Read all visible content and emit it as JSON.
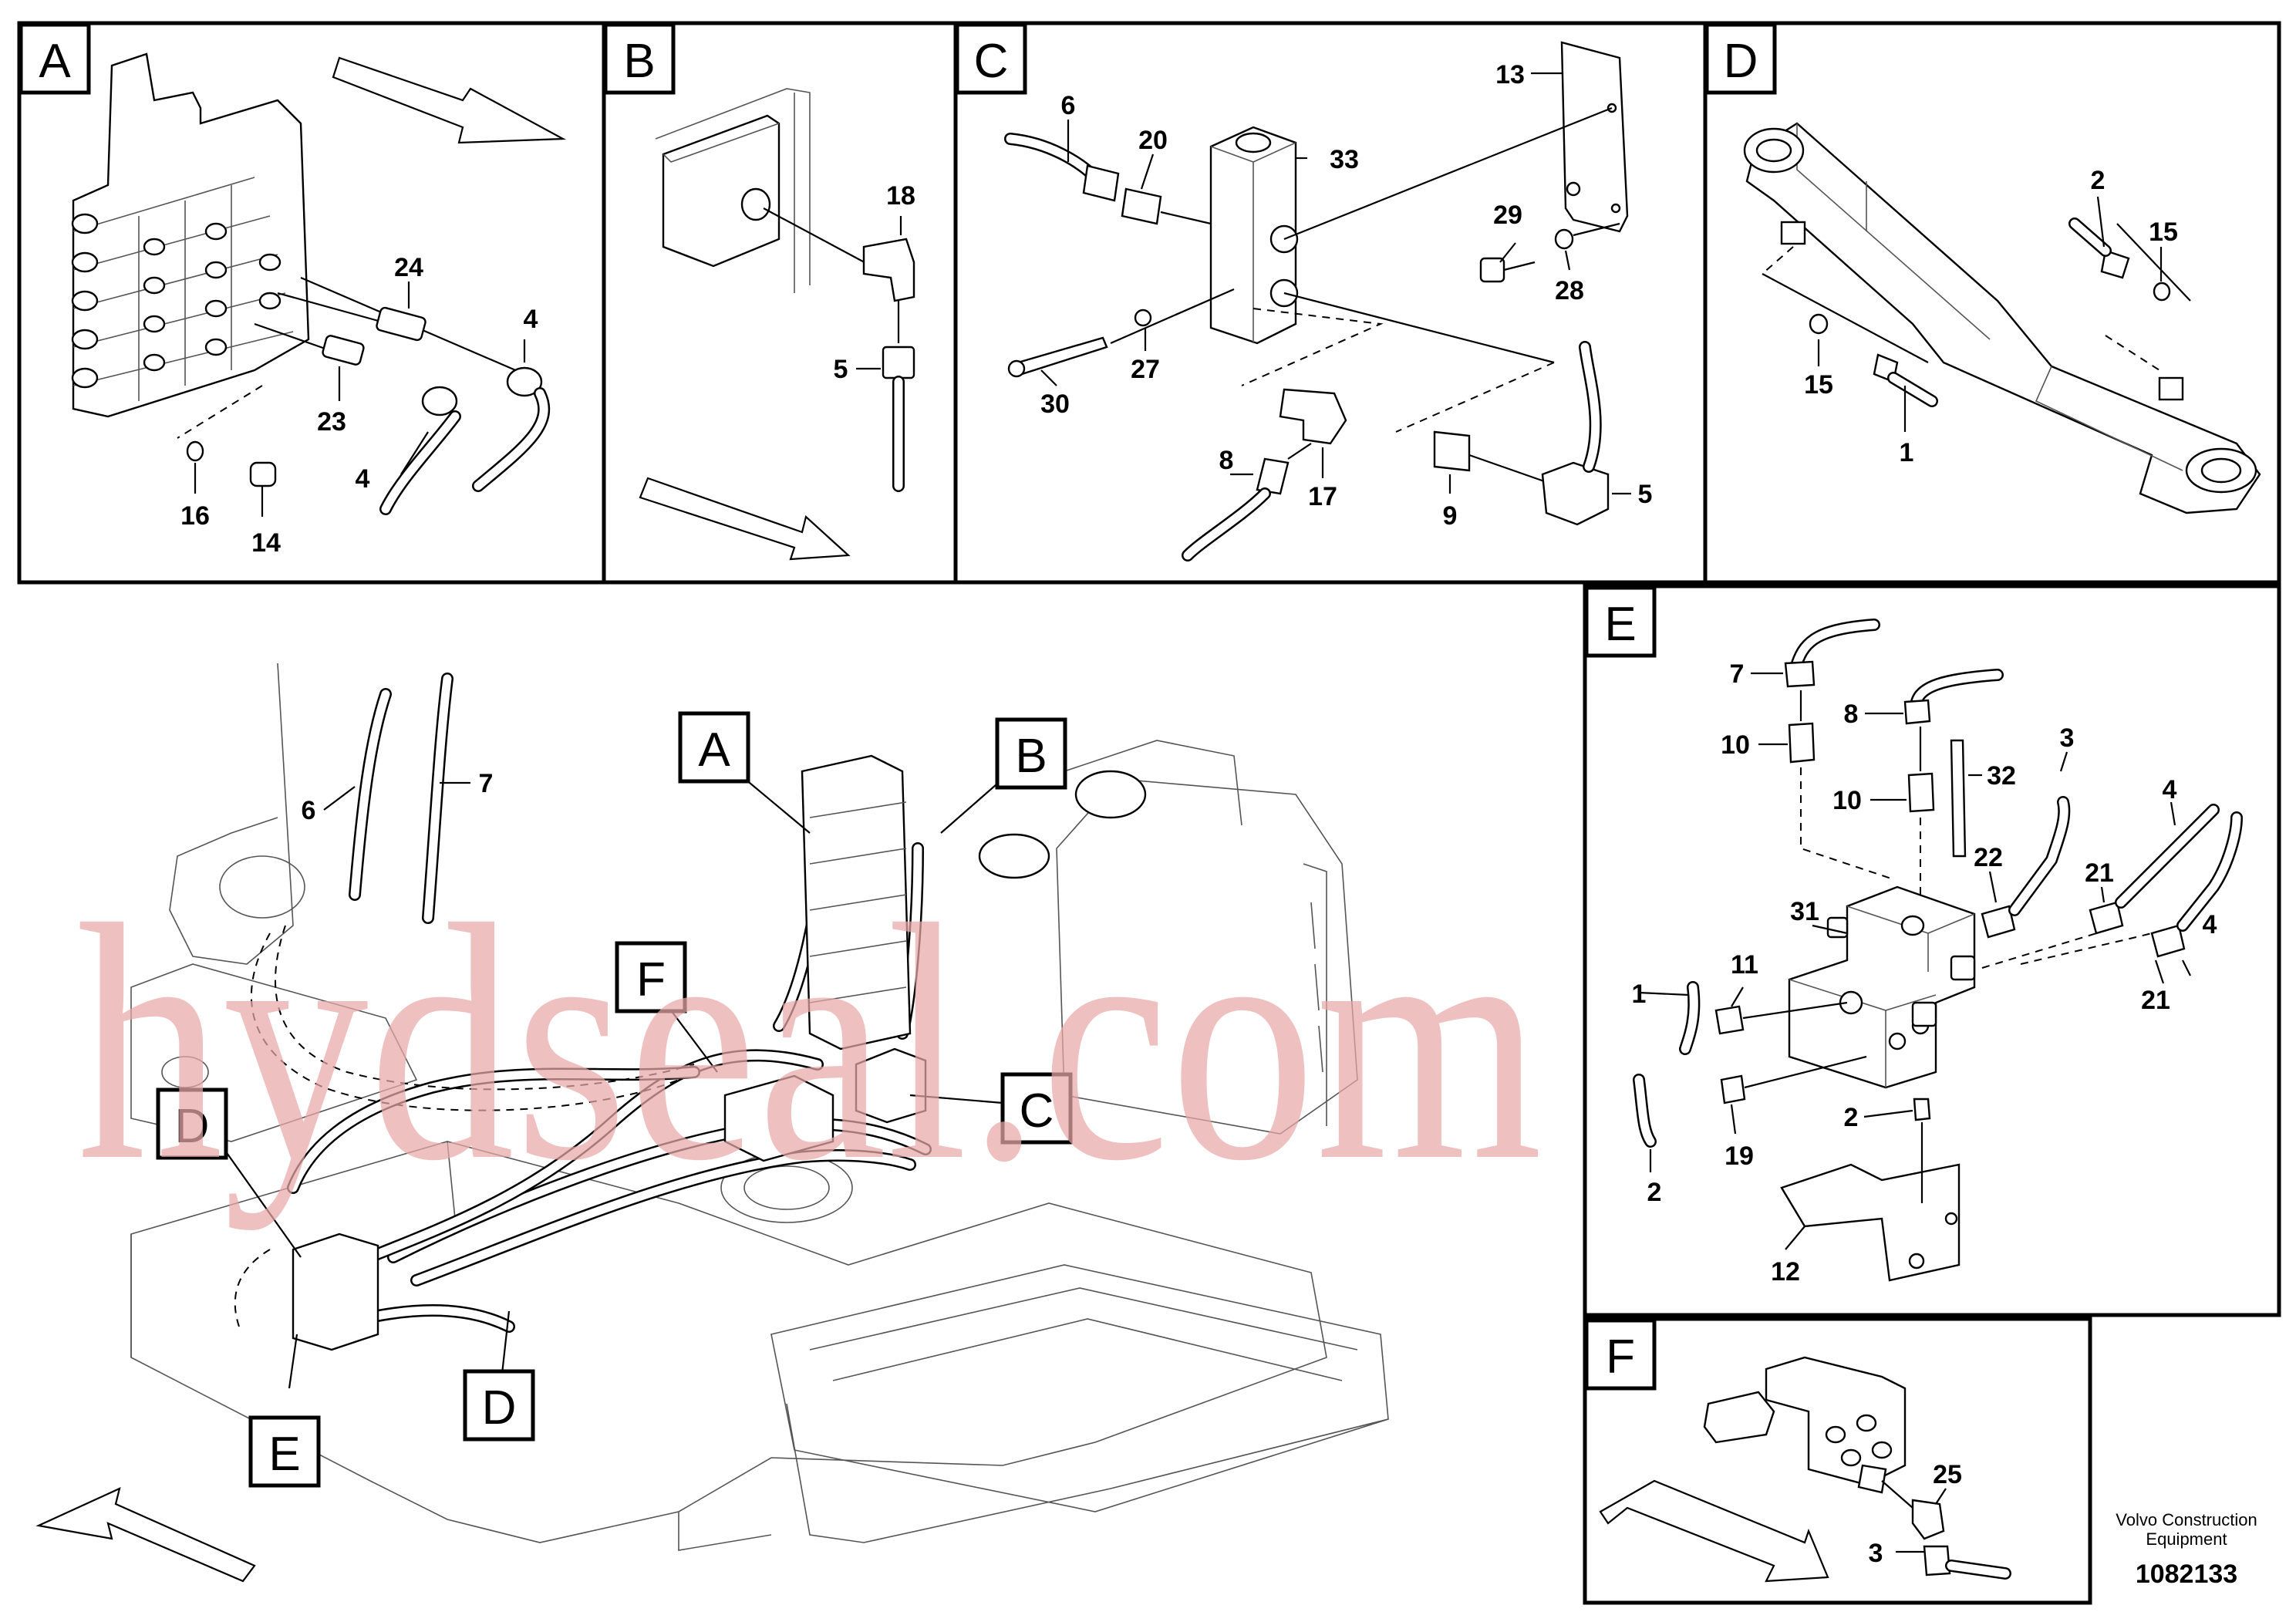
{
  "panels": {
    "A": {
      "letter": "A",
      "parts": [
        "24",
        "4",
        "23",
        "4",
        "16",
        "14"
      ]
    },
    "B": {
      "letter": "B",
      "parts": [
        "18",
        "5"
      ]
    },
    "C": {
      "letter": "C",
      "parts": [
        "13",
        "6",
        "20",
        "33",
        "29",
        "28",
        "30",
        "27",
        "8",
        "17",
        "9",
        "5"
      ]
    },
    "D": {
      "letter": "D",
      "parts": [
        "2",
        "15",
        "15",
        "1"
      ]
    },
    "E": {
      "letter": "E",
      "parts": [
        "7",
        "8",
        "10",
        "10",
        "32",
        "3",
        "4",
        "22",
        "21",
        "31",
        "4",
        "1",
        "11",
        "21",
        "2",
        "19",
        "2",
        "12"
      ]
    },
    "F": {
      "letter": "F",
      "parts": [
        "25",
        "3"
      ]
    }
  },
  "main_view": {
    "callouts": [
      "A",
      "B",
      "F",
      "D",
      "C",
      "D",
      "E"
    ],
    "parts": [
      "6",
      "7"
    ]
  },
  "watermark": "hydseal.com",
  "footer": {
    "company_line1": "Volvo Construction",
    "company_line2": "Equipment",
    "drawing_number": "1082133"
  }
}
